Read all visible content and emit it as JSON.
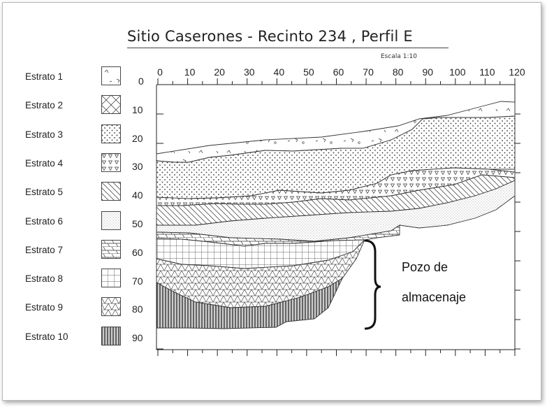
{
  "title": "Sitio Caserones - Recinto 234 , Perfil E",
  "scale": "Escala 1:10",
  "legend": [
    {
      "label": "Estrato 1",
      "pattern": "p1"
    },
    {
      "label": "Estrato 2",
      "pattern": "p2"
    },
    {
      "label": "Estrato 3",
      "pattern": "p3"
    },
    {
      "label": "Estrato 4",
      "pattern": "p4"
    },
    {
      "label": "Estrato 5",
      "pattern": "p5"
    },
    {
      "label": "Estrato 6",
      "pattern": "p6"
    },
    {
      "label": "Estrato 7",
      "pattern": "p7"
    },
    {
      "label": "Estrato 8",
      "pattern": "p8"
    },
    {
      "label": "Estrato 9",
      "pattern": "p9"
    },
    {
      "label": "Estrato 10",
      "pattern": "p10"
    }
  ],
  "x_ticks": [
    "0",
    "10",
    "20",
    "30",
    "40",
    "50",
    "60",
    "70",
    "80",
    "90",
    "100",
    "110",
    "120"
  ],
  "y_ticks": [
    "0",
    "10",
    "20",
    "30",
    "40",
    "50",
    "60",
    "70",
    "80",
    "90"
  ],
  "annotation": {
    "line1": "Pozo de",
    "line2": "almacenaje"
  },
  "colors": {
    "ink": "#222222",
    "frame": "#b8b8b8",
    "background": "#ffffff"
  }
}
